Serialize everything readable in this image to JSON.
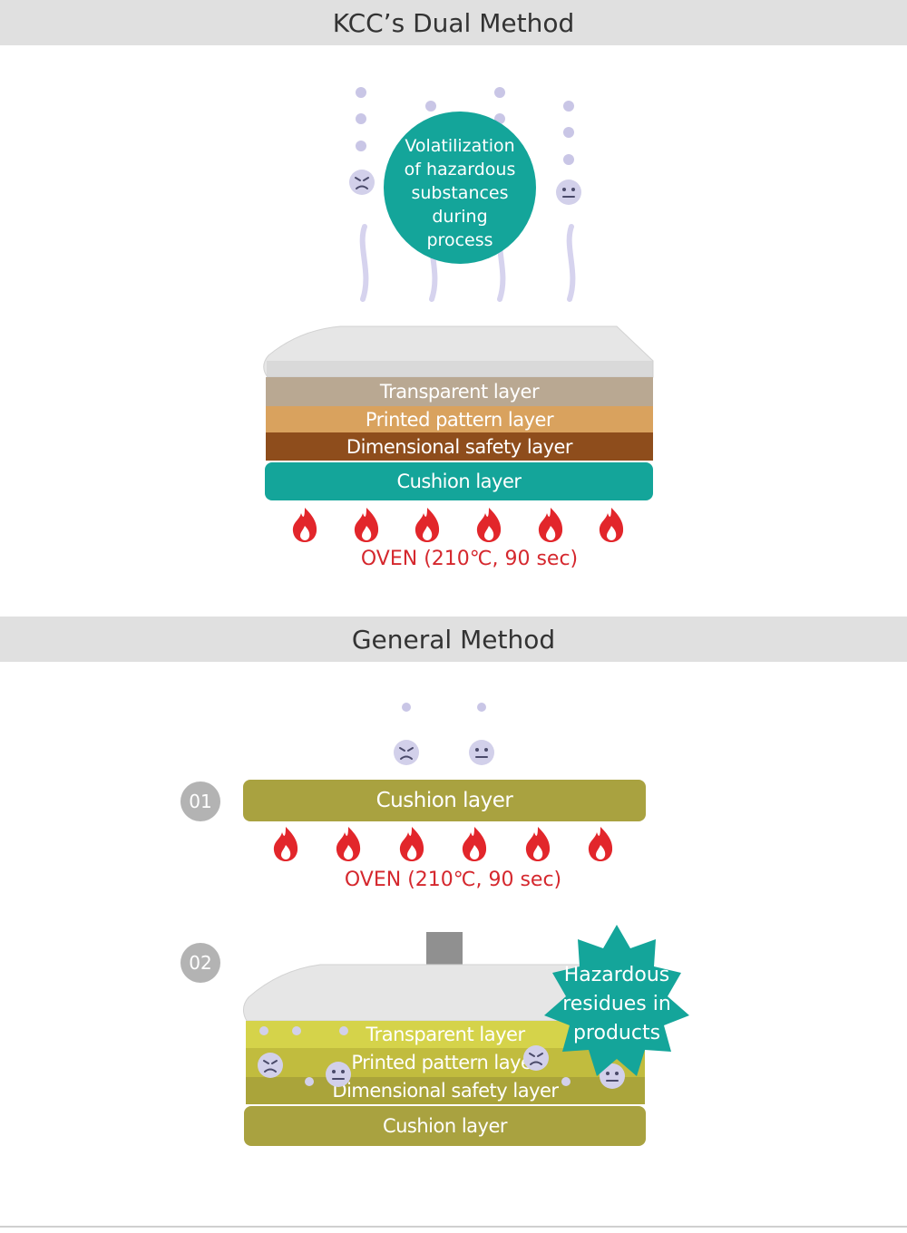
{
  "sections": {
    "kcc": {
      "title": "KCC’s Dual Method",
      "volatilization_text": [
        "Volatilization",
        "of hazardous",
        "substances",
        "during",
        "process"
      ],
      "layers": {
        "transparent": "Transparent layer",
        "printed": "Printed pattern layer",
        "dimensional": "Dimensional safety layer",
        "cushion": "Cushion layer"
      },
      "oven": "OVEN (210℃, 90 sec)"
    },
    "general": {
      "title": "General Method",
      "step1": {
        "number": "01",
        "cushion": "Cushion layer",
        "oven": "OVEN (210℃, 90 sec)"
      },
      "step2": {
        "number": "02",
        "layers": {
          "transparent": "Transparent layer",
          "printed": "Printed pattern layer",
          "dimensional": "Dimensional safety layer",
          "cushion": "Cushion layer"
        },
        "badge_text": [
          "Hazardous",
          "residues in",
          "products"
        ]
      }
    }
  },
  "icons": [
    "flame-icon",
    "frowning-face-icon",
    "neutral-face-icon",
    "smoke-wisp-icon",
    "down-arrow-icon"
  ],
  "colors": {
    "header_bg": "#e0e0e0",
    "teal": "#14a59a",
    "printed": "#d9a25e",
    "dimensional": "#8e4d1c",
    "olive": "#a9a240",
    "yellow": "#d5d34a",
    "flame": "#e2262b",
    "oven_text": "#d5282e",
    "bubble": "#c9c6e6"
  }
}
